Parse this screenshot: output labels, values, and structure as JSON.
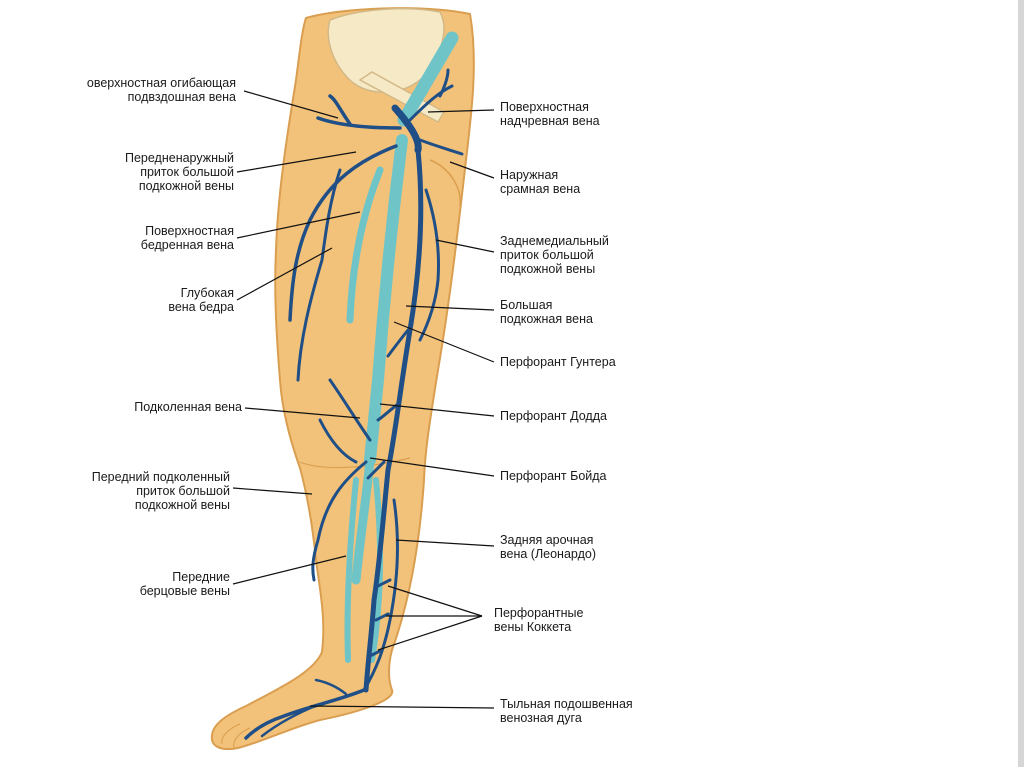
{
  "labels_left": [
    {
      "id": "superficial-circumflex-iliac-vein",
      "lines": [
        "оверхностная огибающая",
        "подвздошная вена"
      ]
    },
    {
      "id": "anterolateral-tributary",
      "lines": [
        "Передненаружный",
        "приток большой",
        "подкожной вены"
      ]
    },
    {
      "id": "superficial-femoral-vein",
      "lines": [
        "Поверхностная",
        "бедренная вена"
      ]
    },
    {
      "id": "deep-femoral-vein",
      "lines": [
        "Глубокая",
        "вена бедра"
      ]
    },
    {
      "id": "popliteal-vein",
      "lines": [
        "Подколенная вена"
      ]
    },
    {
      "id": "anterior-popliteal-tributary",
      "lines": [
        "Передний подколенный",
        "приток большой",
        "подкожной вены"
      ]
    },
    {
      "id": "anterior-tibial-veins",
      "lines": [
        "Передние",
        "берцовые вены"
      ]
    }
  ],
  "labels_right": [
    {
      "id": "superficial-epigastric-vein",
      "lines": [
        "Поверхностная",
        "надчревная вена"
      ]
    },
    {
      "id": "external-pudendal-vein",
      "lines": [
        "Наружная",
        "срамная вена"
      ]
    },
    {
      "id": "posteromedial-tributary",
      "lines": [
        "Заднемедиальный",
        "приток большой",
        "подкожной вены"
      ]
    },
    {
      "id": "great-saphenous-vein",
      "lines": [
        "Большая",
        "подкожная вена"
      ]
    },
    {
      "id": "hunter-perforator",
      "lines": [
        "Перфорант Гунтера"
      ]
    },
    {
      "id": "dodd-perforator",
      "lines": [
        "Перфорант Додда"
      ]
    },
    {
      "id": "boyd-perforator",
      "lines": [
        "Перфорант Бойда"
      ]
    },
    {
      "id": "posterior-arch-vein",
      "lines": [
        "Задняя арочная",
        "вена (Леонардо)"
      ]
    },
    {
      "id": "cockett-perforators",
      "lines": [
        "Перфорантные",
        "вены Коккета"
      ]
    },
    {
      "id": "dorsal-venous-arch",
      "lines": [
        "Тыльная подошвенная",
        "венозная дуга"
      ]
    }
  ],
  "colors": {
    "skin": "#f3c27a",
    "skin_dark": "#d99e4f",
    "bone": "#f6eac6",
    "vein_deep": "#6fc4c7",
    "vein_superficial": "#1f4f86",
    "leader": "#111111",
    "text": "#1a1a1a"
  }
}
